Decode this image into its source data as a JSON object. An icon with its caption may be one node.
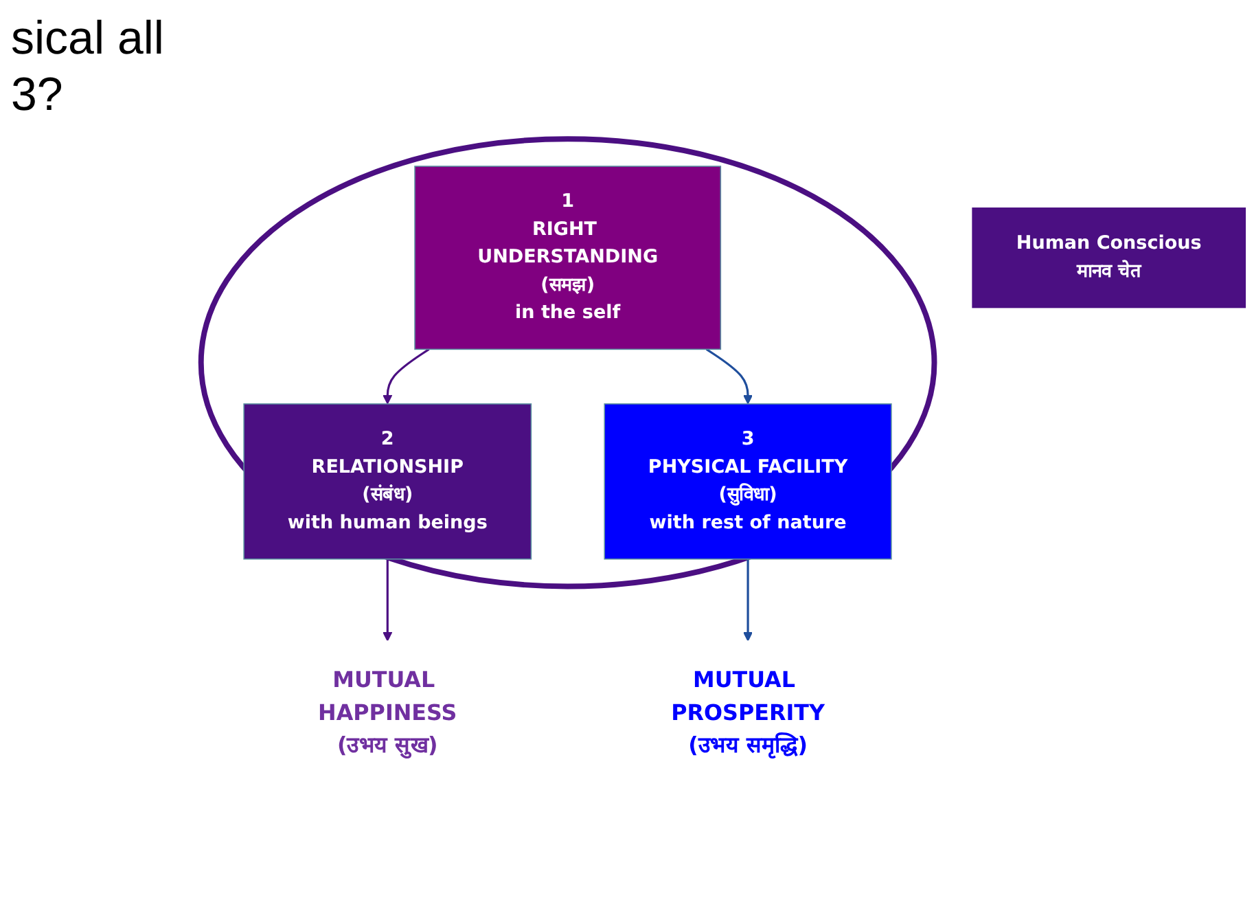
{
  "diagram": {
    "nodes": [
      {
        "text": [],
        "shape": "ellipse"
      },
      {
        "text": [
          "1",
          "RIGHT UNDERSTANDING",
          "(समझ)",
          "in the self"
        ],
        "in": 0
      },
      {
        "text": [
          "2",
          "RELATIONSHIP",
          "(संबंध)",
          "with human beings"
        ],
        "in": 0
      },
      {
        "text": [
          "3",
          "PHYSICAL FACILITY",
          "(सुविधा)",
          "with rest of nature"
        ],
        "in": 0
      },
      {
        "text": [
          "MUTUAL HAPPINESS",
          "(उभय सुख)"
        ]
      },
      {
        "text": [
          "MUTUAL PROSPERITY",
          "(उभय समृद्धि)"
        ]
      },
      {
        "text": [
          "Human Conscious",
          "मानव चेत"
        ]
      }
    ],
    "edges": [
      {
        "from": 1,
        "to": 2,
        "arrow": "to",
        "color": "#4b0f82"
      },
      {
        "from": 1,
        "to": 3,
        "arrow": "to",
        "color": "#1f4e9c"
      },
      {
        "from": 2,
        "to": 4,
        "arrow": "to",
        "color": "#4b0f82"
      },
      {
        "from": 3,
        "to": 5,
        "arrow": "to",
        "color": "#1f4e9c"
      }
    ],
    "labels": [
      "sical all 3?"
    ]
  }
}
